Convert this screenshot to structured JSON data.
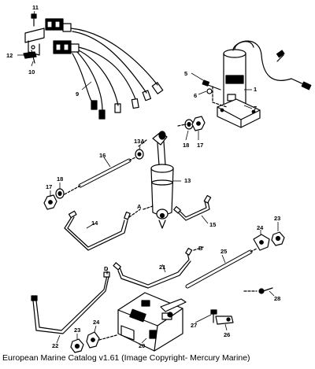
{
  "diagram": {
    "labels": [
      "11",
      "12",
      "10",
      "9",
      "5",
      "6",
      "1",
      "7",
      "13A",
      "16",
      "18",
      "17",
      "13",
      "18",
      "17",
      "A",
      "14",
      "15",
      "24",
      "23",
      "B",
      "25",
      "21",
      "D",
      "28",
      "27",
      "26",
      "20",
      "24",
      "23",
      "22"
    ]
  },
  "caption": "European Marine Catalog v1.61 (Image Copyright- Mercury Marine)"
}
